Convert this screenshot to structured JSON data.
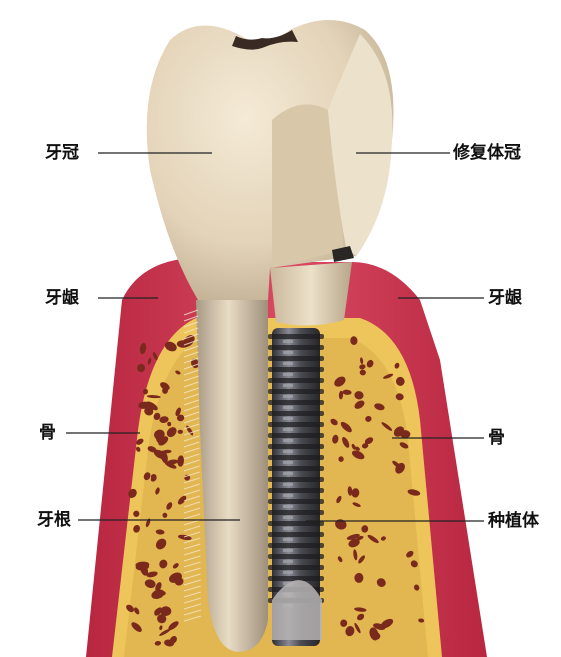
{
  "labels": {
    "left": {
      "crown": "牙冠",
      "gum": "牙龈",
      "bone": "骨",
      "root": "牙根"
    },
    "right": {
      "restoration_crown": "修复体冠",
      "gum": "牙龈",
      "bone": "骨",
      "implant": "种植体"
    }
  },
  "colors": {
    "gum": "#d23a52",
    "bone": "#f0c860",
    "bone_pore": "#7a2a1c",
    "tooth": "#e6d6bc",
    "implant_metal": "#4a4a50",
    "leader_line": "#222222"
  }
}
